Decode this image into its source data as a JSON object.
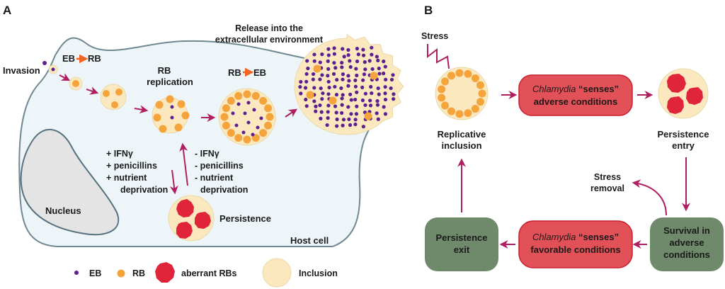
{
  "panels": {
    "a": {
      "label": "A",
      "labels": {
        "invasion": "Invasion",
        "eb_to_rb_left": "EB",
        "eb_to_rb_right": "RB",
        "rb_replication_line1": "RB",
        "rb_replication_line2": "replication",
        "rb_to_eb_left": "RB",
        "rb_to_eb_right": "EB",
        "release_line1": "Release into the",
        "release_line2": "extracellular environment",
        "nucleus": "Nucleus",
        "host_cell": "Host cell",
        "persistence": "Persistence"
      },
      "induce_conditions": [
        "+ IFNγ",
        "+ penicillins",
        "+ nutrient",
        "  deprivation"
      ],
      "remove_conditions": [
        "- IFNγ",
        "- penicillins",
        "- nutrient",
        "  deprivation"
      ],
      "legend": [
        {
          "symbol": "eb-dot",
          "label": "EB"
        },
        {
          "symbol": "rb-dot",
          "label": "RB"
        },
        {
          "symbol": "aberrant-rb",
          "label": "aberrant RBs"
        },
        {
          "symbol": "inclusion",
          "label": "Inclusion"
        }
      ]
    },
    "b": {
      "label": "B",
      "stress": "Stress",
      "replicative_inclusion": [
        "Replicative",
        "inclusion"
      ],
      "persistence_entry": [
        "Persistence",
        "entry"
      ],
      "stress_removal": [
        "Stress",
        "removal"
      ],
      "boxes": {
        "senses_adverse": {
          "italic": "Chlamydia",
          "rest1": " “senses”",
          "line2": "adverse conditions"
        },
        "senses_favorable": {
          "italic": "Chlamydia",
          "rest1": " “senses”",
          "line2": "favorable conditions"
        },
        "survival": [
          "Survival in",
          "adverse",
          "conditions"
        ],
        "persistence_exit": [
          "Persistence",
          "exit"
        ]
      }
    }
  },
  "colors": {
    "eb": "#5b1f8f",
    "rb": "#f5a43c",
    "aberrant": "#e0243a",
    "inclusion": "#fce8bf",
    "inclusion_stroke": "#e9d9a8",
    "cell": "#eef5f9",
    "cell_stroke": "#6f8891",
    "nucleus": "#e4e4e4",
    "nucleus_stroke": "#55717f",
    "arrow": "#b01e62",
    "orange_arrow": "#f26522",
    "red_box": "#e25157",
    "red_box_stroke": "#c8202e",
    "green_box": "#6f8a6a"
  }
}
